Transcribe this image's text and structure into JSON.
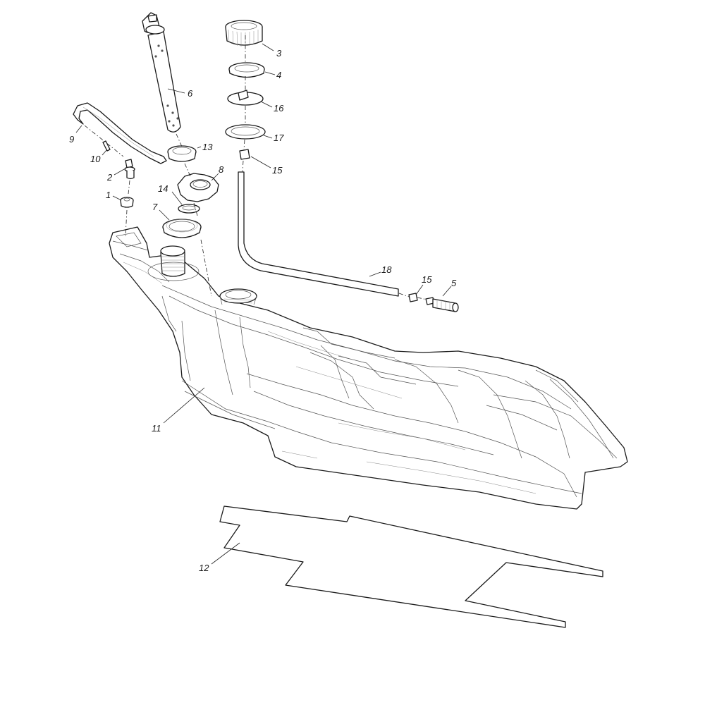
{
  "diagram": {
    "callouts": {
      "c1": "1",
      "c2": "2",
      "c3": "3",
      "c4": "4",
      "c5": "5",
      "c6": "6",
      "c7": "7",
      "c8": "8",
      "c9": "9",
      "c10": "10",
      "c11": "11",
      "c12": "12",
      "c13": "13",
      "c14": "14",
      "c15a": "15",
      "c15b": "15",
      "c16": "16",
      "c17": "17",
      "c18": "18"
    },
    "colors": {
      "line": "#1a1a1a",
      "background": "#ffffff"
    }
  }
}
